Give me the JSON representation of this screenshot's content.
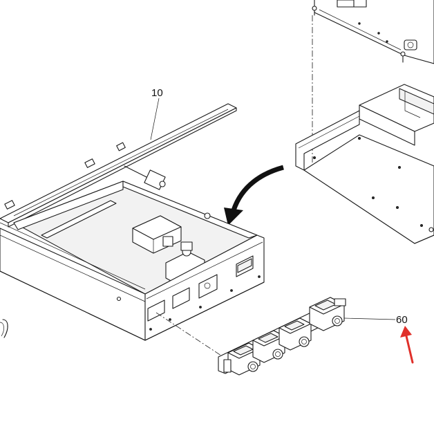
{
  "callouts": [
    {
      "id": "cover",
      "label": "10"
    },
    {
      "id": "connectors",
      "label": "60"
    }
  ],
  "colors": {
    "outline": "#1a1a1a",
    "arrow_red": "#e0302a",
    "flow_arrow": "#111111"
  }
}
